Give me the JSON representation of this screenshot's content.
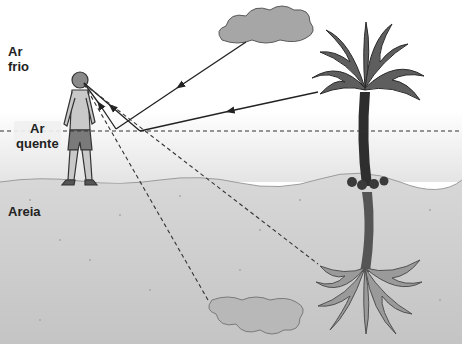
{
  "diagram": {
    "labels": [
      "Ar frio",
      "Ar quente",
      "Areia"
    ]
  }
}
